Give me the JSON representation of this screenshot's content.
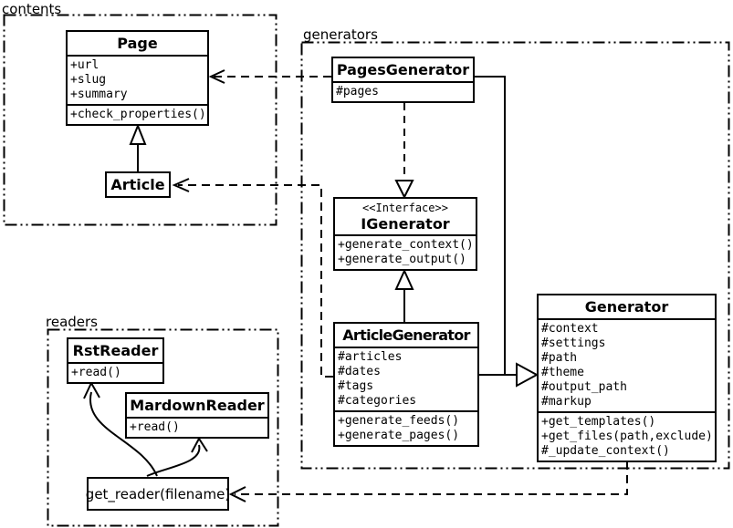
{
  "colors": {
    "ink": "#000000",
    "paper": "#ffffff"
  },
  "packages": {
    "contents": {
      "label": "contents"
    },
    "generators": {
      "label": "generators"
    },
    "readers": {
      "label": "readers"
    }
  },
  "classes": {
    "page": {
      "title": "Page",
      "attributes": [
        "+url",
        "+slug",
        "+summary"
      ],
      "methods": [
        "+check_properties()"
      ]
    },
    "article": {
      "title": "Article"
    },
    "pages_generator": {
      "title": "PagesGenerator",
      "attributes": [
        "#pages"
      ]
    },
    "igenerator": {
      "stereotype": "<<Interface>>",
      "title": "IGenerator",
      "methods": [
        "+generate_context()",
        "+generate_output()"
      ]
    },
    "article_generator": {
      "title": "ArticleGenerator",
      "attributes": [
        "#articles",
        "#dates",
        "#tags",
        "#categories"
      ],
      "methods": [
        "+generate_feeds()",
        "+generate_pages()"
      ]
    },
    "generator": {
      "title": "Generator",
      "attributes": [
        "#context",
        "#settings",
        "#path",
        "#theme",
        "#output_path",
        "#markup"
      ],
      "methods": [
        "+get_templates()",
        "+get_files(path,exclude)",
        "#_update_context()"
      ]
    },
    "rst_reader": {
      "title": "RstReader",
      "methods": [
        "+read()"
      ]
    },
    "mardown_reader": {
      "title": "MardownReader",
      "methods": [
        "+read()"
      ]
    },
    "get_reader": {
      "label": "get_reader(filename)"
    }
  },
  "relationships": [
    {
      "from": "Article",
      "to": "Page",
      "type": "generalization",
      "style": "solid"
    },
    {
      "from": "PagesGenerator",
      "to": "Page",
      "type": "dependency",
      "style": "dashed"
    },
    {
      "from": "ArticleGenerator",
      "to": "Article",
      "type": "dependency",
      "style": "dashed"
    },
    {
      "from": "PagesGenerator",
      "to": "IGenerator",
      "type": "realization",
      "style": "dashed"
    },
    {
      "from": "ArticleGenerator",
      "to": "IGenerator",
      "type": "generalization",
      "style": "solid"
    },
    {
      "from": "PagesGenerator",
      "to": "Generator",
      "type": "generalization",
      "style": "solid"
    },
    {
      "from": "ArticleGenerator",
      "to": "Generator",
      "type": "generalization",
      "style": "solid"
    },
    {
      "from": "Generator",
      "to": "get_reader(filename)",
      "type": "dependency",
      "style": "dashed"
    },
    {
      "from": "get_reader(filename)",
      "to": "RstReader",
      "type": "association",
      "style": "curved"
    },
    {
      "from": "get_reader(filename)",
      "to": "MardownReader",
      "type": "association",
      "style": "curved"
    }
  ]
}
